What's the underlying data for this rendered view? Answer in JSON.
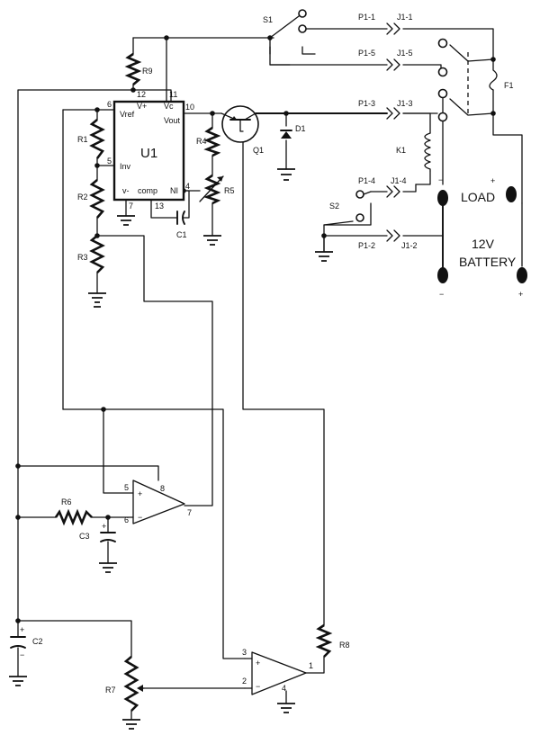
{
  "ic": {
    "name": "U1",
    "vref": "Vref",
    "vplus": "V+",
    "vc": "Vc",
    "vout": "Vout",
    "inv": "Inv",
    "vminus": "v-",
    "comp": "comp",
    "ni": "NI"
  },
  "pins": {
    "u1_vplus": "12",
    "u1_vc": "11",
    "u1_vout": "10",
    "u1_vref": "6",
    "u1_inv": "5",
    "u1_ni": "4",
    "u1_vminus": "7",
    "u1_comp": "13",
    "opa_plus": "5",
    "opa_minus": "6",
    "opa_out": "7",
    "opa_pwr": "8",
    "opb_plus": "3",
    "opb_minus": "2",
    "opb_out": "1",
    "opb_gnd": "4"
  },
  "components": {
    "r1": "R1",
    "r2": "R2",
    "r3": "R3",
    "r4": "R4",
    "r5": "R5",
    "r6": "R6",
    "r7": "R7",
    "r8": "R8",
    "r9": "R9",
    "c1": "C1",
    "c2": "C2",
    "c3": "C3",
    "d1": "D1",
    "q1": "Q1",
    "k1": "K1",
    "f1": "F1",
    "s1": "S1",
    "s2": "S2"
  },
  "connectors": {
    "p1_1": "P1-1",
    "j1_1": "J1-1",
    "p1_5": "P1-5",
    "j1_5": "J1-5",
    "p1_3": "P1-3",
    "j1_3": "J1-3",
    "p1_4": "P1-4",
    "j1_4": "J1-4",
    "p1_2": "P1-2",
    "j1_2": "J1-2"
  },
  "labels": {
    "load": "LOAD",
    "battery_voltage": "12V",
    "battery": "BATTERY"
  },
  "polarity": {
    "plus": "+",
    "minus": "−"
  }
}
